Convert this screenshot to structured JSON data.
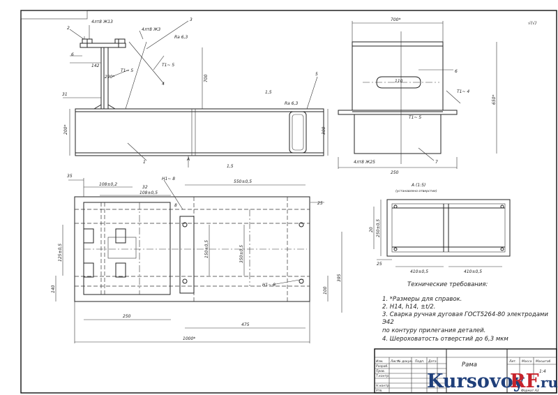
{
  "dims": {
    "top_flange_weld": "4лт8 Ж13",
    "top_flange_weld2": "4лт8 Ж3",
    "roughness_top": "Ra 6,3",
    "roughness_right": "Ra 6,3",
    "d142": "142",
    "d6": "6",
    "d290": "290*",
    "d700": "700",
    "d31": "31",
    "d200": "200*",
    "d300": "300",
    "w700": "700*",
    "h650": "650*",
    "w250": "250",
    "d110": "110",
    "side_weld": "4лт8 Ж25",
    "d35": "35",
    "d108": "108±0,2",
    "d32": "32",
    "d108b": "108±0,5",
    "d550": "550±0,5",
    "d25": "25",
    "d125": "125±0,5",
    "d140": "140",
    "d150": "150±0,5",
    "d350": "350±0,5",
    "d100": "100",
    "d395": "395",
    "d250": "250",
    "d475": "475",
    "d1000": "1000*",
    "d250b": "250±0,5",
    "d20": "20",
    "d25b": "25",
    "d410a": "410±0,5",
    "d410b": "410±0,5",
    "weld_t5": "Т1~ 5",
    "weld_t4": "Т1~ 4",
    "weld_n8": "Н1~ 8",
    "flat_15": "1,5",
    "flat_1": "1,5",
    "marker_a": "А"
  },
  "roughness_corner": "√(√)",
  "view_a": {
    "title": "А (1:5)",
    "subtitle": "(установлено отверстие)"
  },
  "leaders": [
    "1",
    "2",
    "3",
    "4",
    "5",
    "6",
    "7",
    "8"
  ],
  "requirements": {
    "heading": "Технические требования:",
    "items": [
      "1. *Размеры для справок.",
      "2. H14, h14, ±t/2.",
      "3. Сварка ручная дуговая ГОСТ5264-80 электродами",
      "Э42",
      "по контуру прилегания деталей.",
      "4. Шероховатость отверстий до 6,3 мкм"
    ]
  },
  "title_block": {
    "name": "Рама",
    "scale": "1:4",
    "sheet": "Лист",
    "format": "Формат А3",
    "rows": [
      "Изм.",
      "Лист",
      "№ докум.",
      "Подп.",
      "Дата",
      "Разраб.",
      "Пров.",
      "Т.контр.",
      "Н.контр.",
      "Утв."
    ],
    "cols": [
      "Лит.",
      "Масса",
      "Масштаб"
    ]
  },
  "watermark": {
    "part1": "Kursovoy",
    "part2": "RF",
    "part3": ".ru"
  },
  "colors": {
    "watermark_blue": "#1f3f7a",
    "watermark_red": "#c7232b",
    "lines": "#222222"
  }
}
